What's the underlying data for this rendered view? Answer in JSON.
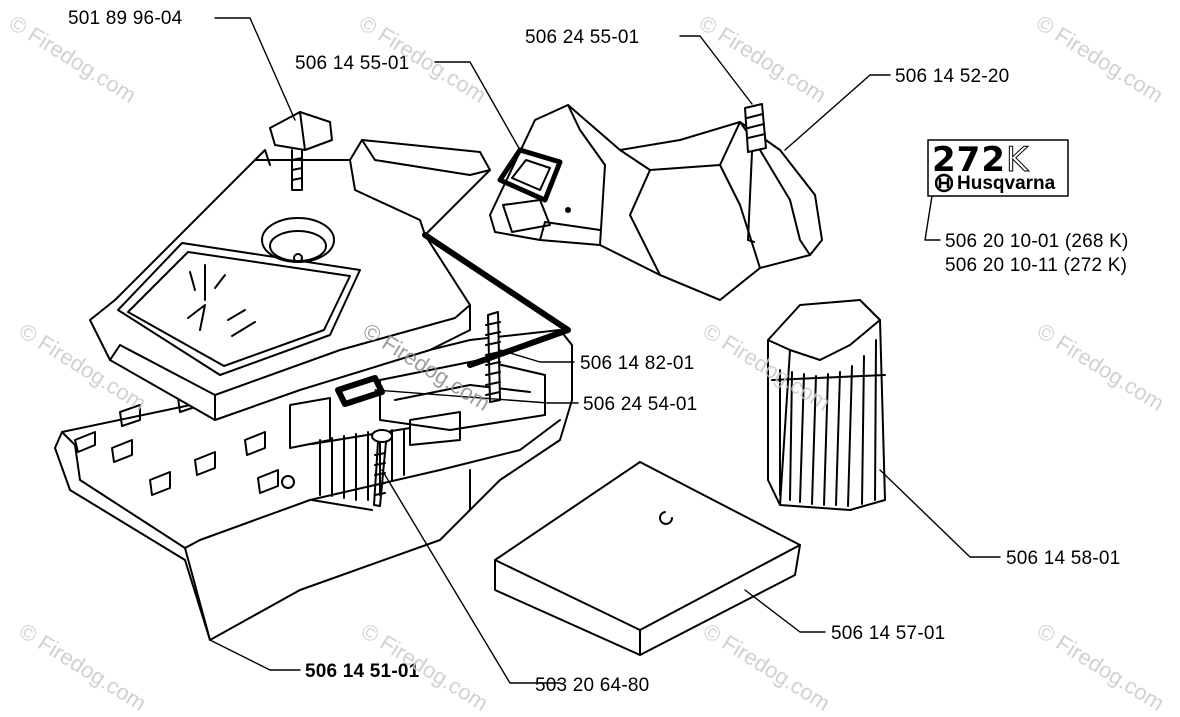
{
  "labels": {
    "p1": "501 89 96-04",
    "p2": "506 14 55-01",
    "p3": "506 24 55-01",
    "p4": "506 14 52-20",
    "p5": "506 20 10-01 (268 K)",
    "p6": "506 20 10-11 (272 K)",
    "p7": "506 14 82-01",
    "p8": "506 24 54-01",
    "p9": "506 14 58-01",
    "p10": "506 14 57-01",
    "p11": "506 14 51-01",
    "p12": "503 20 64-80"
  },
  "logo": {
    "model": "272",
    "model_suffix": "K",
    "brand": "Husqvarna"
  },
  "watermark": {
    "text": "© Firedog.com"
  },
  "colors": {
    "ink": "#000000",
    "watermark": "#c9c9c9"
  }
}
